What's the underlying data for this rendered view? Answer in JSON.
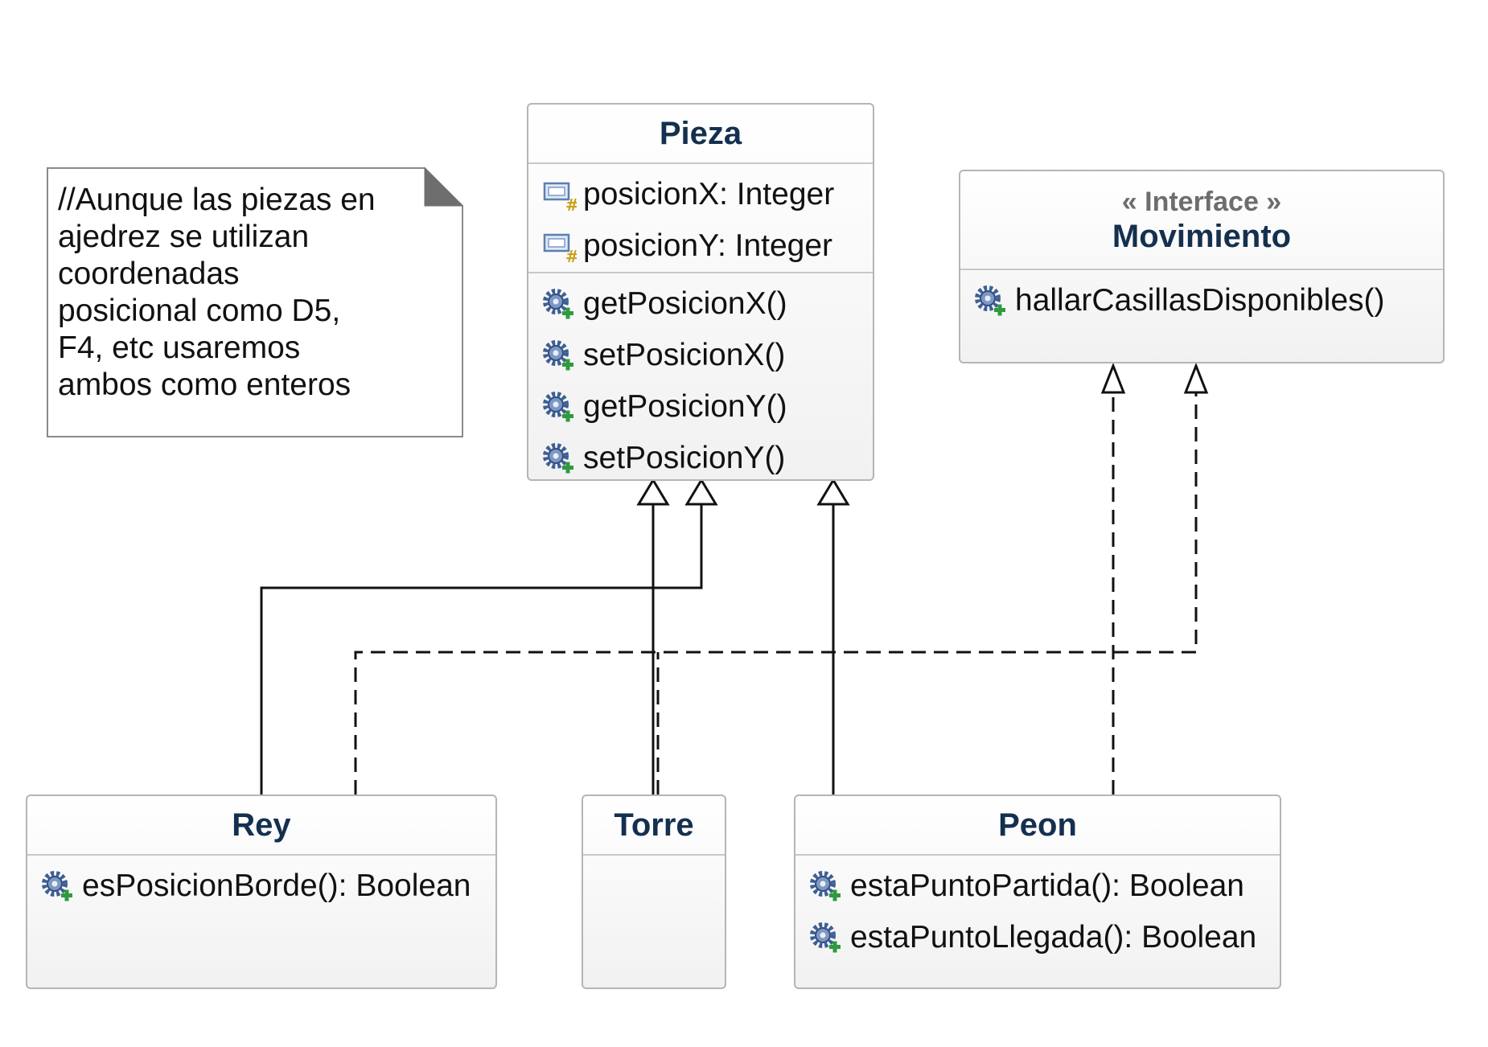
{
  "note": {
    "text": "//Aunque las piezas en\najedrez se utilizan\ncoordenadas\nposicional como D5,\nF4, etc usaremos\nambos como enteros"
  },
  "classes": {
    "pieza": {
      "name": "Pieza",
      "attributes": [
        "posicionX: Integer",
        "posicionY: Integer"
      ],
      "operations": [
        "getPosicionX()",
        "setPosicionX()",
        "getPosicionY()",
        "setPosicionY()"
      ]
    },
    "movimiento": {
      "stereotype": "« Interface »",
      "name": "Movimiento",
      "operations": [
        "hallarCasillasDisponibles()"
      ]
    },
    "rey": {
      "name": "Rey",
      "operations": [
        "esPosicionBorde(): Boolean"
      ]
    },
    "torre": {
      "name": "Torre",
      "operations": []
    },
    "peon": {
      "name": "Peon",
      "operations": [
        "estaPuntoPartida(): Boolean",
        "estaPuntoLlegada(): Boolean"
      ]
    }
  },
  "relationships": [
    {
      "type": "generalization",
      "from": "Rey",
      "to": "Pieza"
    },
    {
      "type": "generalization",
      "from": "Torre",
      "to": "Pieza"
    },
    {
      "type": "generalization",
      "from": "Peon",
      "to": "Pieza"
    },
    {
      "type": "realization",
      "from": "Rey",
      "to": "Movimiento"
    },
    {
      "type": "realization",
      "from": "Torre",
      "to": "Movimiento"
    },
    {
      "type": "realization",
      "from": "Peon",
      "to": "Movimiento"
    }
  ],
  "icons": {
    "attribute": "protected-field-icon",
    "operation": "public-method-gear-icon"
  },
  "colors": {
    "class_name": "#14304f",
    "stereotype": "#6d6d6d",
    "border": "#b5b5b5",
    "line": "#111111"
  }
}
